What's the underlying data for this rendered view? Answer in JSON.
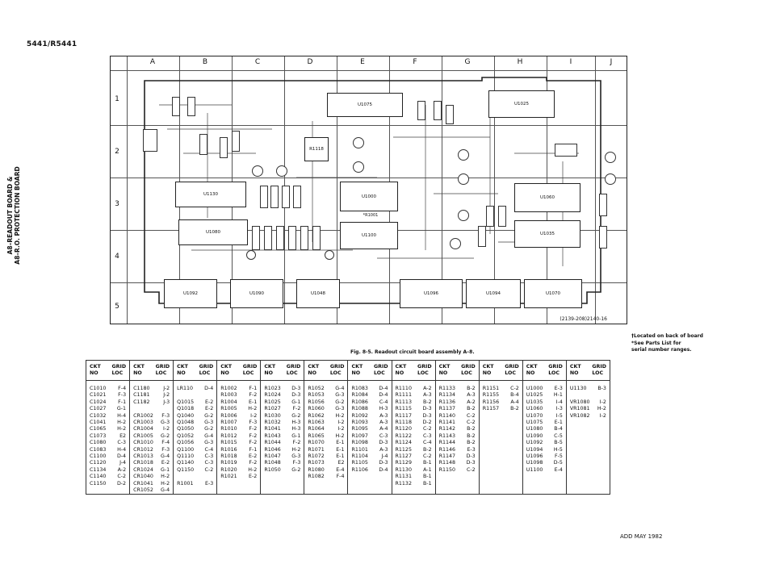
{
  "doc_id": "5441/R5441",
  "side_title": [
    "A8–READOUT BOARD &",
    "A8–R.O. PROTECTION BOARD"
  ],
  "grid": {
    "columns": [
      "A",
      "B",
      "C",
      "D",
      "E",
      "F",
      "G",
      "H",
      "I",
      "J"
    ],
    "rows": [
      "1",
      "2",
      "3",
      "4",
      "5"
    ]
  },
  "chips": [
    "U1075",
    "U1025",
    "U1130",
    "U1000",
    "U1060",
    "U1080",
    "U1100",
    "U1035",
    "U1092",
    "U1090",
    "U1048",
    "U1096",
    "U1094",
    "U1070",
    "R1118"
  ],
  "board_marks": [
    "*R1001"
  ],
  "board_id": "(2139-208)2140-16",
  "notes": [
    "†Located on back of board",
    "*See Parts List for",
    "serial number ranges."
  ],
  "caption": "Fig. 8-5. Readout circuit board assembly A–8.",
  "table": {
    "header": {
      "ckt": "CKT",
      "no": "NO",
      "grid": "GRID",
      "loc": "LOC"
    },
    "columns": [
      [
        [
          "C1010",
          "F-4"
        ],
        [
          "C1021",
          "F-3"
        ],
        [
          "C1024",
          "F-1"
        ],
        [
          "C1027",
          "G-1"
        ],
        [
          "C1032",
          "H-4"
        ],
        [
          "C1041",
          "H-2"
        ],
        [
          "C1065",
          "H-2"
        ],
        [
          "C1073",
          "E2"
        ],
        [
          "C1080",
          "C-3"
        ],
        [
          "C1083",
          "H-4"
        ],
        [
          "C1100",
          "D-4"
        ],
        [
          "C1120",
          "J-4"
        ],
        [
          "C1134",
          "A-2"
        ],
        [
          "C1140",
          "C-2"
        ],
        [
          "C1150",
          "D-2"
        ]
      ],
      [
        [
          "C1180",
          "J-2"
        ],
        [
          "C1181",
          "J-2"
        ],
        [
          "C1182",
          "J-3"
        ],
        [
          "",
          ""
        ],
        [
          "CR1002",
          "F-3"
        ],
        [
          "CR1003",
          "G-3"
        ],
        [
          "CR1004",
          "I-2"
        ],
        [
          "CR1005",
          "G-2"
        ],
        [
          "CR1010",
          "F-4"
        ],
        [
          "CR1012",
          "F-3"
        ],
        [
          "CR1013",
          "G-4"
        ],
        [
          "CR1018",
          "E-2"
        ],
        [
          "CR1024",
          "G-1"
        ],
        [
          "CR1040",
          "H-2"
        ],
        [
          "CR1041",
          "H-2"
        ],
        [
          "CR1052",
          "G-4"
        ]
      ],
      [
        [
          "LR110",
          "D-4"
        ],
        [
          "",
          ""
        ],
        [
          "Q1015",
          "E-2"
        ],
        [
          "Q1018",
          "E-2"
        ],
        [
          "Q1040",
          "G-2"
        ],
        [
          "Q1048",
          "G-3"
        ],
        [
          "Q1050",
          "G-2"
        ],
        [
          "Q1052",
          "G-4"
        ],
        [
          "Q1056",
          "G-3"
        ],
        [
          "Q1100",
          "C-4"
        ],
        [
          "Q1110",
          "C-3"
        ],
        [
          "Q1140",
          "C-3"
        ],
        [
          "Q1150",
          "C-2"
        ],
        [
          "",
          ""
        ],
        [
          "R1001",
          "E-3"
        ]
      ],
      [
        [
          "R1002",
          "F-1"
        ],
        [
          "R1003",
          "F-2"
        ],
        [
          "R1004",
          "E-1"
        ],
        [
          "R1005",
          "H-2"
        ],
        [
          "R1006",
          "I-2"
        ],
        [
          "R1007",
          "F-3"
        ],
        [
          "R1010",
          "F-2"
        ],
        [
          "R1012",
          "F-2"
        ],
        [
          "R1015",
          "F-2"
        ],
        [
          "R1016",
          "F-1"
        ],
        [
          "R1018",
          "E-2"
        ],
        [
          "R1019",
          "F-2"
        ],
        [
          "R1020",
          "H-2"
        ],
        [
          "R1021",
          "E-2"
        ]
      ],
      [
        [
          "R1023",
          "D-3"
        ],
        [
          "R1024",
          "D-3"
        ],
        [
          "R1025",
          "G-1"
        ],
        [
          "R1027",
          "F-2"
        ],
        [
          "R1030",
          "G-2"
        ],
        [
          "R1032",
          "H-3"
        ],
        [
          "R1041",
          "H-3"
        ],
        [
          "R1043",
          "G-1"
        ],
        [
          "R1044",
          "F-2"
        ],
        [
          "R1046",
          "H-2"
        ],
        [
          "R1047",
          "G-3"
        ],
        [
          "R1048",
          "F-3"
        ],
        [
          "R1050",
          "G-2"
        ]
      ],
      [
        [
          "R1052",
          "G-4"
        ],
        [
          "R1053",
          "G-3"
        ],
        [
          "R1056",
          "G-2"
        ],
        [
          "R1060",
          "G-3"
        ],
        [
          "R1062",
          "H-2"
        ],
        [
          "R1063",
          "I-2"
        ],
        [
          "R1064",
          "I-2"
        ],
        [
          "R1065",
          "H-2"
        ],
        [
          "R1070",
          "E-1"
        ],
        [
          "R1071",
          "E-1"
        ],
        [
          "R1072",
          "E-1"
        ],
        [
          "R1073",
          "E2"
        ],
        [
          "R1080",
          "E-4"
        ],
        [
          "R1082",
          "F-4"
        ]
      ],
      [
        [
          "R1083",
          "D-4"
        ],
        [
          "R1084",
          "D-4"
        ],
        [
          "R1086",
          "C-4"
        ],
        [
          "R1088",
          "H-3"
        ],
        [
          "R1092",
          "A-3"
        ],
        [
          "R1093",
          "A-3"
        ],
        [
          "R1095",
          "A-4"
        ],
        [
          "R1097",
          "C-3"
        ],
        [
          "R1098",
          "D-3"
        ],
        [
          "R1101",
          "A-3"
        ],
        [
          "R1104",
          "J-4"
        ],
        [
          "R1105",
          "D-3"
        ],
        [
          "R1106",
          "D-4"
        ]
      ],
      [
        [
          "R1110",
          "A-2"
        ],
        [
          "R1111",
          "A-3"
        ],
        [
          "R1113",
          "B-2"
        ],
        [
          "R1115",
          "D-3"
        ],
        [
          "R1117",
          "D-3"
        ],
        [
          "R1118",
          "D-2"
        ],
        [
          "R1120",
          "C-2"
        ],
        [
          "R1122",
          "C-3"
        ],
        [
          "R1124",
          "C-4"
        ],
        [
          "R1125",
          "B-2"
        ],
        [
          "R1127",
          "C-2"
        ],
        [
          "R1129",
          "B-1"
        ],
        [
          "R1130",
          "A-1"
        ],
        [
          "R1131",
          "B-1"
        ],
        [
          "R1132",
          "B-1"
        ]
      ],
      [
        [
          "R1133",
          "B-2"
        ],
        [
          "R1134",
          "A-3"
        ],
        [
          "R1136",
          "A-2"
        ],
        [
          "R1137",
          "B-2"
        ],
        [
          "R1140",
          "C-2"
        ],
        [
          "R1141",
          "C-2"
        ],
        [
          "R1142",
          "B-2"
        ],
        [
          "R1143",
          "B-2"
        ],
        [
          "R1144",
          "B-2"
        ],
        [
          "R1146",
          "E-3"
        ],
        [
          "R1147",
          "D-3"
        ],
        [
          "R1148",
          "D-3"
        ],
        [
          "R1150",
          "C-2"
        ]
      ],
      [
        [
          "R1151",
          "C-2"
        ],
        [
          "R1155",
          "B-4"
        ],
        [
          "R1156",
          "A-4"
        ],
        [
          "R1157",
          "B-2"
        ]
      ],
      [
        [
          "U1000",
          "E-3"
        ],
        [
          "U1025",
          "H-1"
        ],
        [
          "U1035",
          "I-4"
        ],
        [
          "U1060",
          "I-3"
        ],
        [
          "U1070",
          "I-5"
        ],
        [
          "U1075",
          "E-1"
        ],
        [
          "U1080",
          "B-4"
        ],
        [
          "U1090",
          "C-5"
        ],
        [
          "U1092",
          "B-5"
        ],
        [
          "U1094",
          "H-5"
        ],
        [
          "U1096",
          "F-5"
        ],
        [
          "U1098",
          "D-5"
        ],
        [
          "U1100",
          "E-4"
        ]
      ],
      [
        [
          "U1130",
          "B-3"
        ],
        [
          "",
          ""
        ],
        [
          "VR1080",
          "I-2"
        ],
        [
          "VR1081",
          "H-2"
        ],
        [
          "VR1082",
          "I-2"
        ]
      ]
    ]
  },
  "footer": "ADD  MAY 1982"
}
